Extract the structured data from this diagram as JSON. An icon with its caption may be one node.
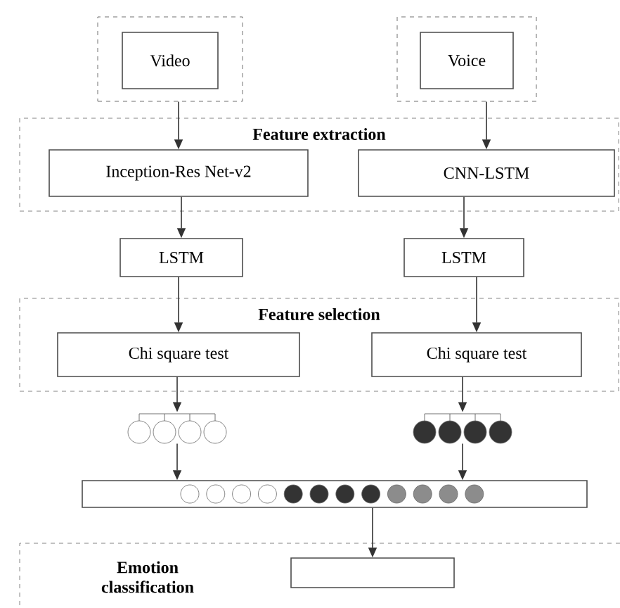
{
  "diagram": {
    "nodes": [
      {
        "text": [],
        "shape": "box"
      },
      {
        "text": [
          "Video"
        ],
        "in": 0
      },
      {
        "text": [],
        "shape": "box"
      },
      {
        "text": [
          "Voice"
        ],
        "in": 2
      },
      {
        "text": [
          "Feature extraction"
        ]
      },
      {
        "text": [
          "Inception-Res Net-v2"
        ],
        "in": 4
      },
      {
        "text": [
          "CNN-LSTM"
        ],
        "in": 4
      },
      {
        "text": [
          "LSTM"
        ]
      },
      {
        "text": [
          "LSTM"
        ]
      },
      {
        "text": [
          "Feature selection"
        ]
      },
      {
        "text": [
          "Chi square test"
        ],
        "in": 9
      },
      {
        "text": [
          "Chi square test"
        ],
        "in": 9
      },
      {
        "text": [],
        "shape": "circle"
      },
      {
        "text": [],
        "shape": "circle"
      },
      {
        "text": [],
        "shape": "bar"
      },
      {
        "text": [
          "Emotion classification"
        ]
      },
      {
        "text": [],
        "shape": "box",
        "in": 15
      }
    ],
    "edges": [
      {
        "from": 0,
        "to": 5,
        "arrow": "to"
      },
      {
        "from": 2,
        "to": 6,
        "arrow": "to"
      },
      {
        "from": 5,
        "to": 7,
        "arrow": "to"
      },
      {
        "from": 6,
        "to": 8,
        "arrow": "to"
      },
      {
        "from": 7,
        "to": 10,
        "arrow": "to"
      },
      {
        "from": 8,
        "to": 11,
        "arrow": "to"
      },
      {
        "from": 10,
        "to": 12,
        "arrow": "to"
      },
      {
        "from": 11,
        "to": 13,
        "arrow": "to"
      },
      {
        "from": 12,
        "to": 14,
        "arrow": "to"
      },
      {
        "from": 13,
        "to": 14,
        "arrow": "to"
      },
      {
        "from": 14,
        "to": 16,
        "arrow": "to"
      }
    ]
  }
}
